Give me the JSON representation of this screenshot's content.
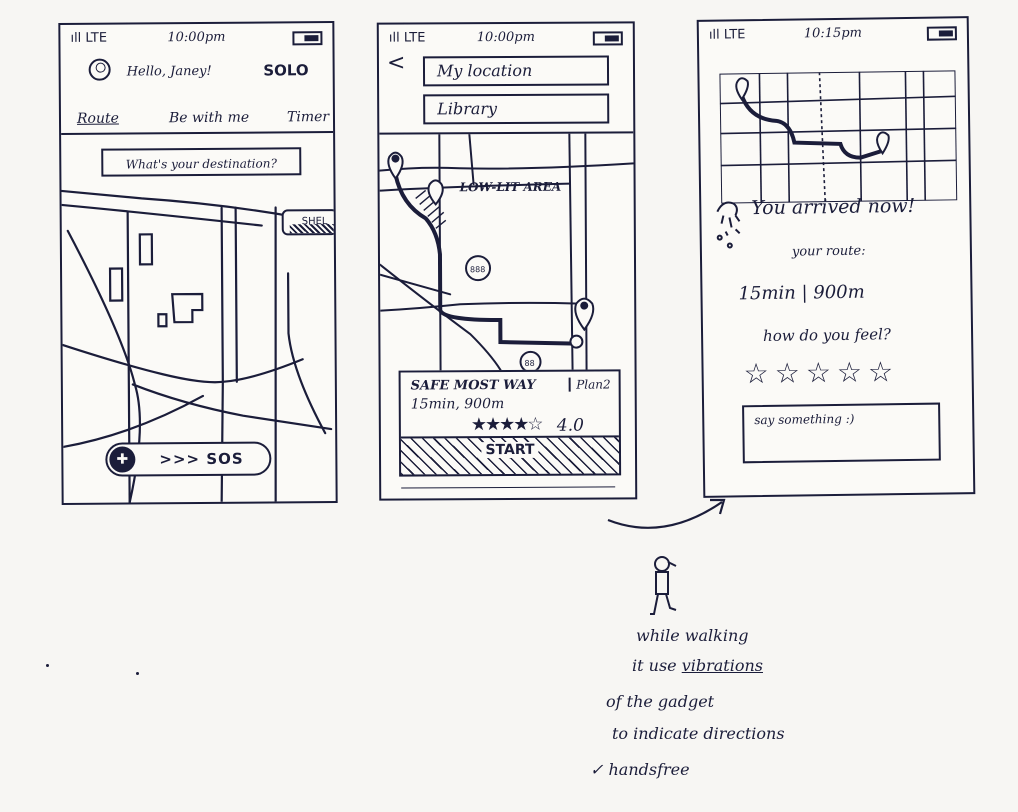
{
  "screens": [
    {
      "status": {
        "signal": "ıll LTE",
        "time": "10:00pm"
      },
      "greeting": "Hello, Janey!",
      "mode": "SOLO",
      "tabs": [
        "Route",
        "Be with me",
        "Timer"
      ],
      "destination_prompt": "What's your destination?",
      "shield_chip": "SHEL",
      "sos_label": ">>> SOS",
      "sos_icon": "shield-plus-icon"
    },
    {
      "status": {
        "signal": "ıll LTE",
        "time": "10:00pm"
      },
      "back": "<",
      "from": "My location",
      "to": "Library",
      "hazard_label": "LOW-LIT AREA",
      "plan": {
        "name": "SAFE MOST WAY",
        "number": "Plan2",
        "stats": "15min, 900m",
        "stars": "★★★★☆",
        "rating": "4.0"
      },
      "start_label": "START"
    },
    {
      "status": {
        "signal": "ıll LTE",
        "time": "10:15pm"
      },
      "arrived": "You arrived now!",
      "route_label": "your route:",
      "route_stats": "15min | 900m",
      "feel_prompt": "how do you feel?",
      "rating_stars": "☆☆☆☆☆",
      "feedback_placeholder": "say something :)"
    }
  ],
  "notes": {
    "line1": "while walking",
    "line2_prefix": "it use ",
    "line2_emph": "vibrations",
    "line3": "of the gadget",
    "line4": "to indicate directions",
    "line5": "✓ handsfree"
  },
  "colors": {
    "ink": "#1b1d3a",
    "paper": "#f7f6f3"
  }
}
